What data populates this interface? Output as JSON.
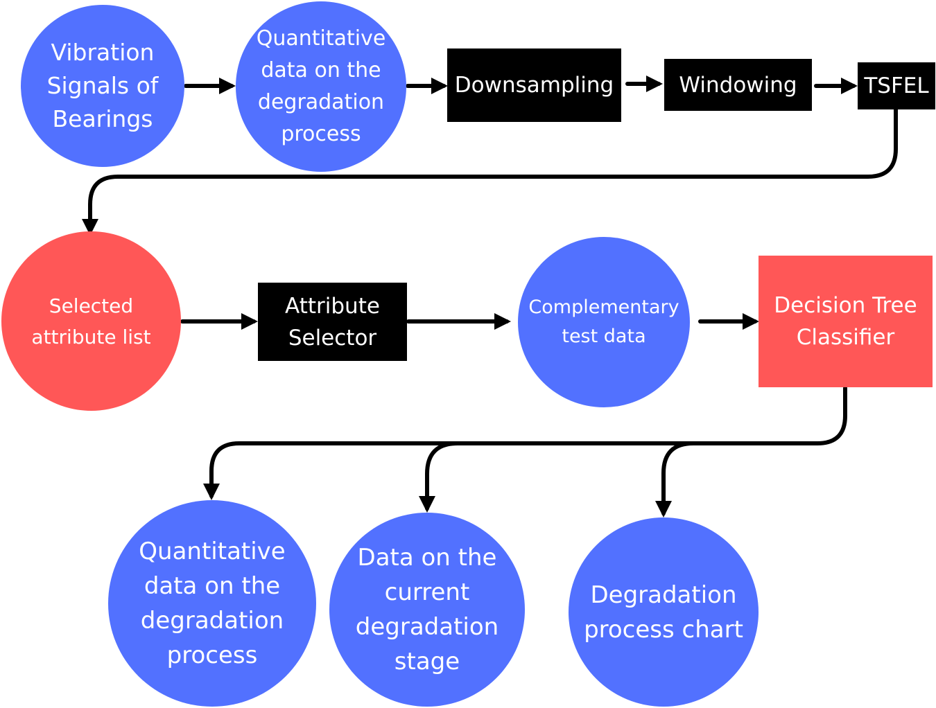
{
  "diagram": {
    "nodes": {
      "vibration_signals": {
        "label": "Vibration\nSignals of\nBearings",
        "color": "#5271ff"
      },
      "quantitative_data_top": {
        "label": "Quantitative\ndata on the\ndegradation\nprocess",
        "color": "#5271ff"
      },
      "downsampling": {
        "label": "Downsampling",
        "color": "#000000"
      },
      "windowing": {
        "label": "Windowing",
        "color": "#000000"
      },
      "tsfel": {
        "label": "TSFEL",
        "color": "#000000"
      },
      "selected_attribute_list": {
        "label": "Selected\nattribute list",
        "color": "#ff5757"
      },
      "attribute_selector": {
        "label": "Attribute\nSelector",
        "color": "#000000"
      },
      "complementary_test_data": {
        "label": "Complementary\ntest data",
        "color": "#5271ff"
      },
      "decision_tree_classifier": {
        "label": "Decision Tree\nClassifier",
        "color": "#ff5757"
      },
      "quantitative_data_bottom": {
        "label": "Quantitative\ndata on the\ndegradation\nprocess",
        "color": "#5271ff"
      },
      "current_degradation_stage": {
        "label": "Data on the\ncurrent\ndegradation\nstage",
        "color": "#5271ff"
      },
      "degradation_process_chart": {
        "label": "Degradation\nprocess chart",
        "color": "#5271ff"
      }
    },
    "edges": [
      {
        "from": "vibration_signals",
        "to": "quantitative_data_top"
      },
      {
        "from": "quantitative_data_top",
        "to": "downsampling"
      },
      {
        "from": "downsampling",
        "to": "windowing"
      },
      {
        "from": "windowing",
        "to": "tsfel"
      },
      {
        "from": "tsfel",
        "to": "selected_attribute_list"
      },
      {
        "from": "selected_attribute_list",
        "to": "attribute_selector"
      },
      {
        "from": "attribute_selector",
        "to": "complementary_test_data"
      },
      {
        "from": "complementary_test_data",
        "to": "decision_tree_classifier"
      },
      {
        "from": "decision_tree_classifier",
        "to": "quantitative_data_bottom"
      },
      {
        "from": "decision_tree_classifier",
        "to": "current_degradation_stage"
      },
      {
        "from": "decision_tree_classifier",
        "to": "degradation_process_chart"
      }
    ]
  }
}
